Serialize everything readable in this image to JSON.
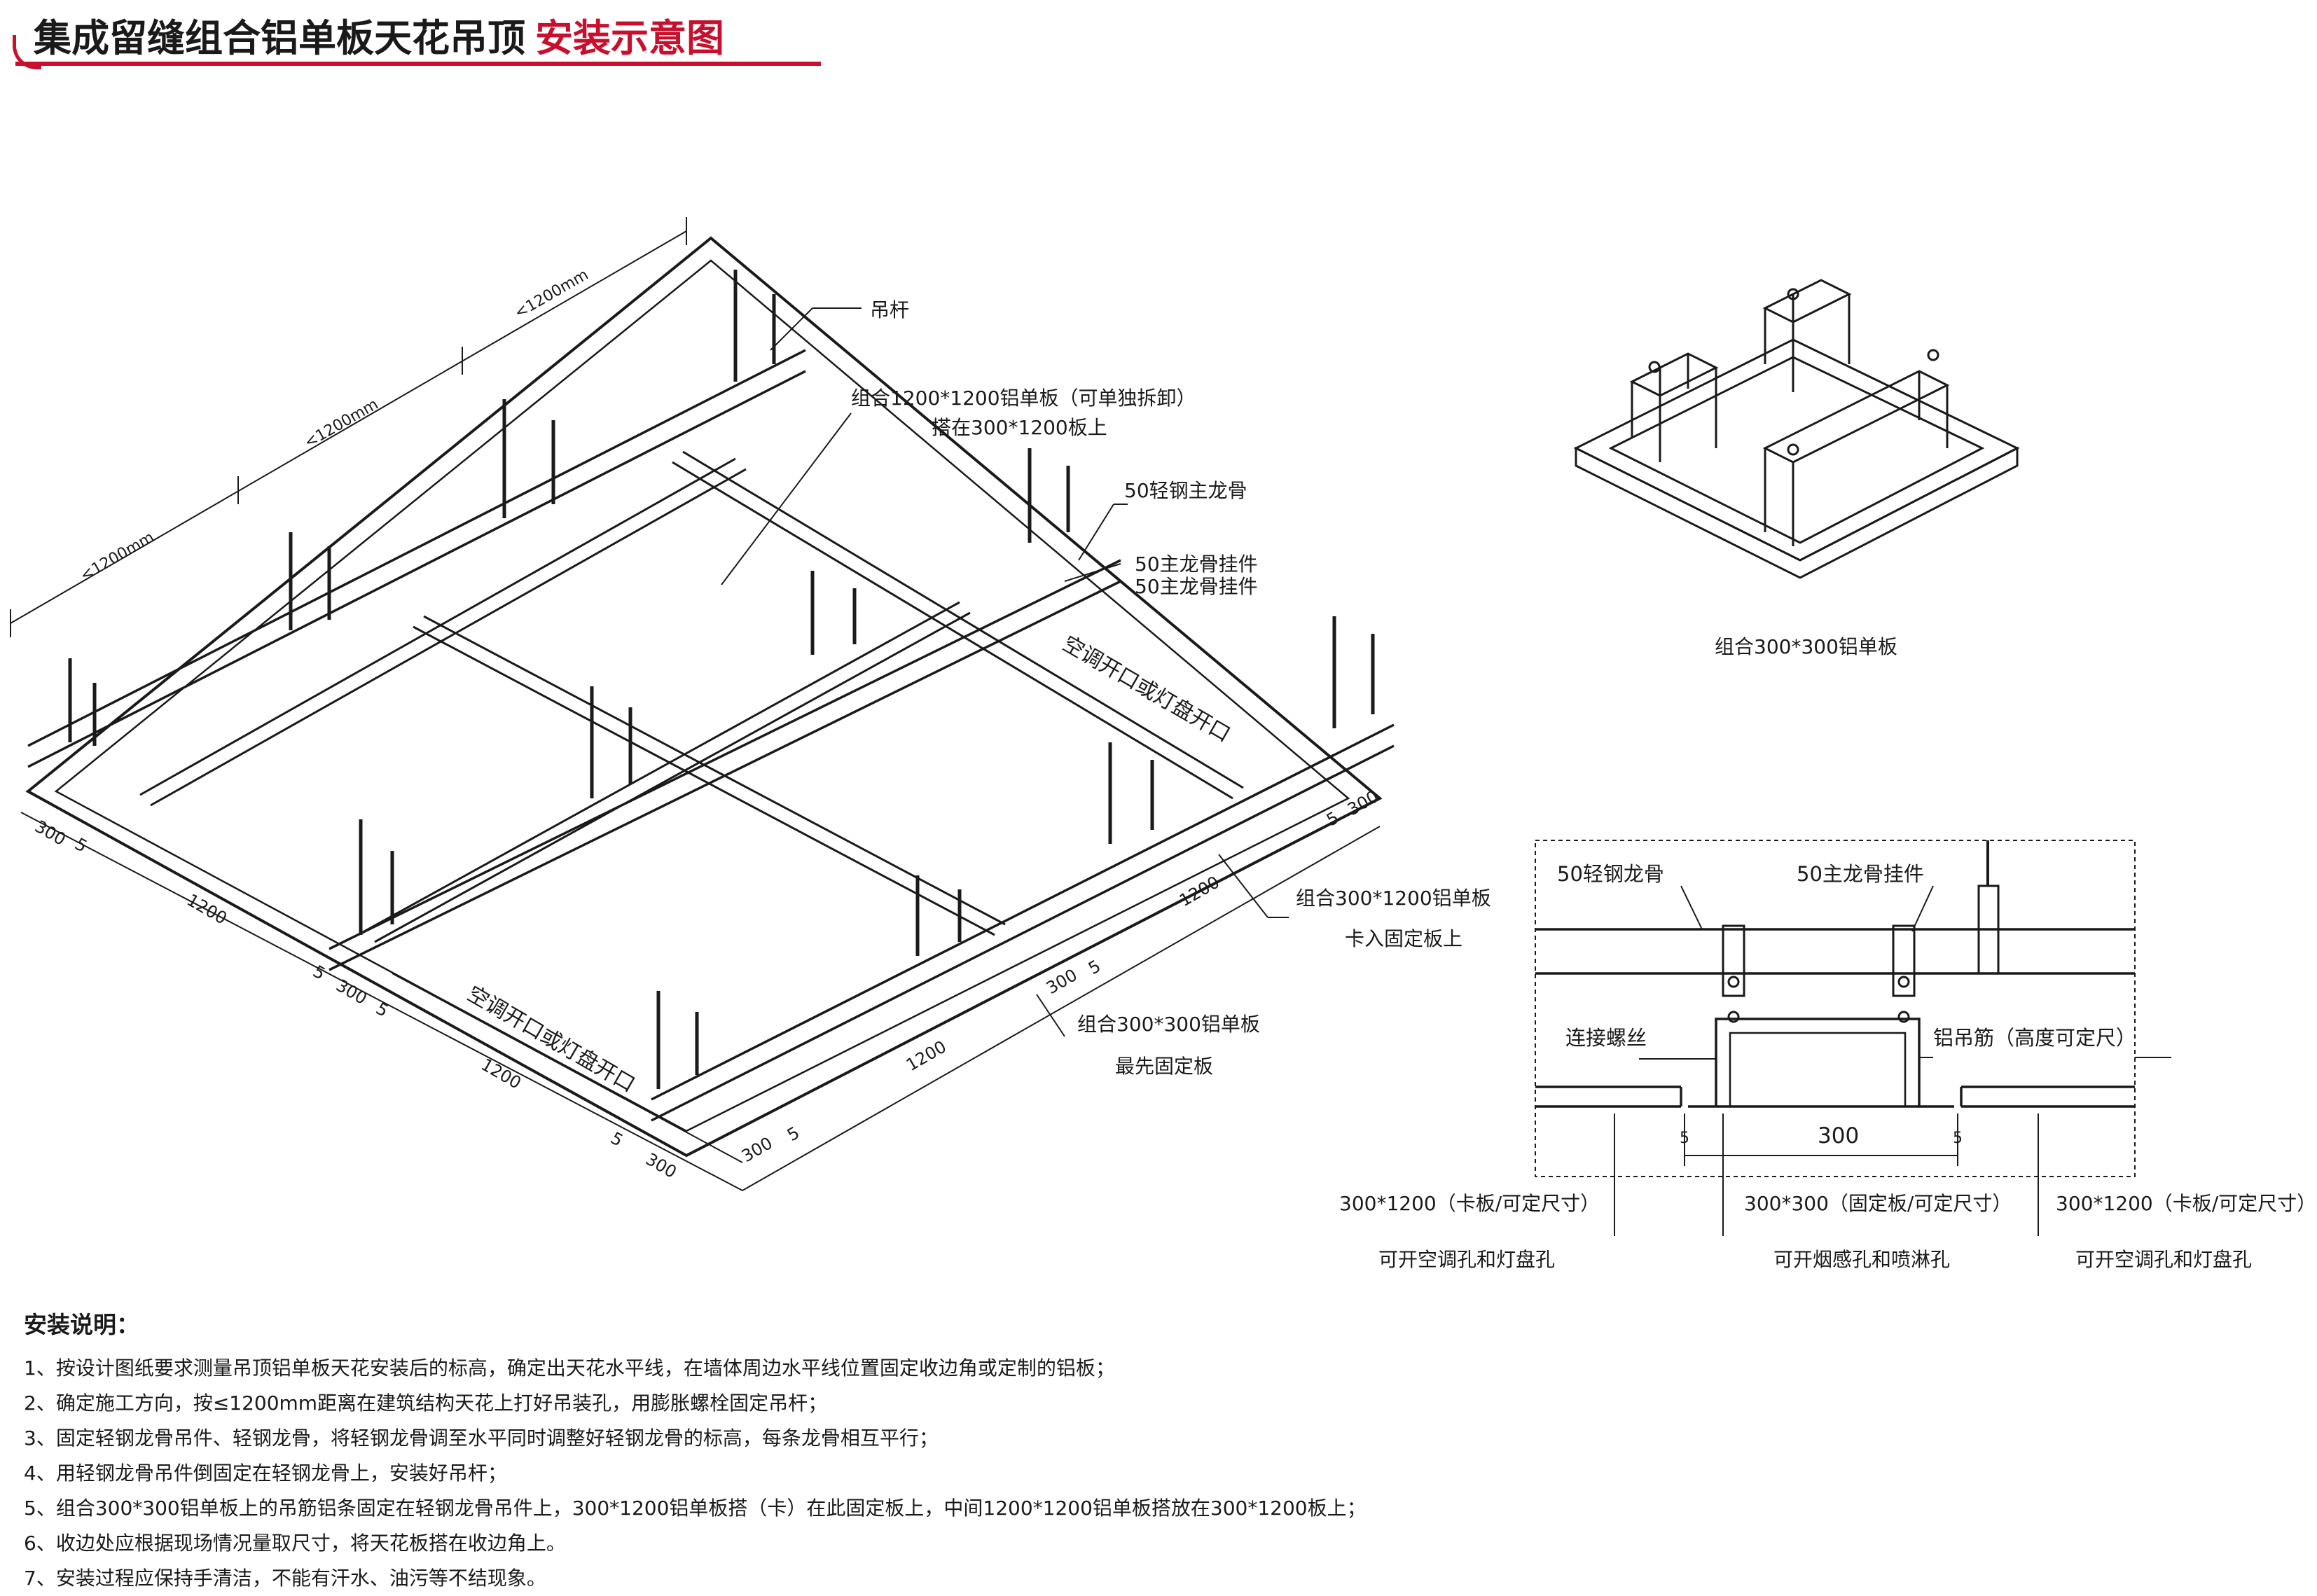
{
  "title": {
    "main": "集成留缝组合铝单板天花吊顶",
    "accent": "安装示意图",
    "accent_color": "#c8102e"
  },
  "iso_labels": {
    "hanger_rod": "吊杆",
    "panel_1200_line1": "组合1200*1200铝单板（可单独拆卸）",
    "panel_1200_line2": "搭在300*1200板上",
    "main_keel_50": "50轻钢主龙骨",
    "keel_hanger_1": "50主龙骨挂件",
    "keel_hanger_2": "50主龙骨挂件",
    "ac_opening_1": "空调开口或灯盘开口",
    "ac_opening_2": "空调开口或灯盘开口",
    "panel_300x1200_line1": "组合300*1200铝单板",
    "panel_300x1200_line2": "卡入固定板上",
    "panel_300x300_line1": "组合300*300铝单板",
    "panel_300x300_line2": "最先固定板"
  },
  "dimensions": {
    "spacing_1": "<1200mm",
    "spacing_2": "<1200mm",
    "spacing_3": "<1200mm",
    "left_300": "300",
    "left_5": "5",
    "left_1200": "1200",
    "mid_5a": "5",
    "mid_300": "300",
    "mid_5b": "5",
    "bottom_1200": "1200",
    "bottom_5": "5",
    "bottom_300": "300",
    "right_1200": "1200",
    "right_5": "5",
    "right_300": "300",
    "inner_300": "300",
    "inner_5": "5",
    "inner_1200": "1200",
    "front_300": "300",
    "front_5": "5"
  },
  "panel_300_caption": "组合300*300铝单板",
  "section": {
    "keel_label": "50轻钢龙骨",
    "hanger_label": "50主龙骨挂件",
    "screw_label": "连接螺丝",
    "rib_label": "铝吊筋（高度可定尺）",
    "dim_300": "300",
    "dim_5_left": "5",
    "dim_5_right": "5",
    "col_left_line1": "300*1200（卡板/可定尺寸）",
    "col_left_line2": "可开空调孔和灯盘孔",
    "col_mid_line1": "300*300（固定板/可定尺寸）",
    "col_mid_line2": "可开烟感孔和喷淋孔",
    "col_right_line1": "300*1200（卡板/可定尺寸）",
    "col_right_line2": "可开空调孔和灯盘孔"
  },
  "notes": {
    "title": "安装说明：",
    "items": [
      "1、按设计图纸要求测量吊顶铝单板天花安装后的标高，确定出天花水平线，在墙体周边水平线位置固定收边角或定制的铝板；",
      "2、确定施工方向，按≤1200mm距离在建筑结构天花上打好吊装孔，用膨胀螺栓固定吊杆；",
      "3、固定轻钢龙骨吊件、轻钢龙骨，将轻钢龙骨调至水平同时调整好轻钢龙骨的标高，每条龙骨相互平行；",
      "4、用轻钢龙骨吊件倒固定在轻钢龙骨上，安装好吊杆；",
      "5、组合300*300铝单板上的吊筋铝条固定在轻钢龙骨吊件上，300*1200铝单板搭（卡）在此固定板上，中间1200*1200铝单板搭放在300*1200板上；",
      "6、收边处应根据现场情况量取尺寸，将天花板搭在收边角上。",
      "7、安装过程应保持手清洁，不能有汗水、油污等不结现象。"
    ]
  }
}
